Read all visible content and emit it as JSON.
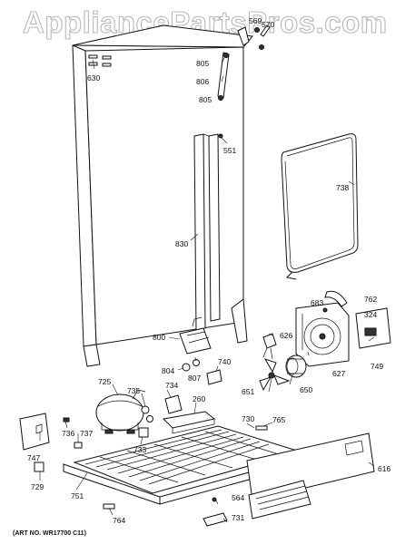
{
  "watermark": "AppliancePartsPros.com",
  "art_number": "(ART NO. WR17700 C11)",
  "callouts": {
    "p569": "569",
    "p570": "570",
    "p805a": "805",
    "p806": "806",
    "p805b": "805",
    "p630": "630",
    "p551": "551",
    "p738": "738",
    "p830": "830",
    "p683": "683",
    "p762": "762",
    "p324": "324",
    "p626": "626",
    "p800": "800",
    "p740": "740",
    "p804": "804",
    "p807": "807",
    "p627": "627",
    "p749": "749",
    "p651": "651",
    "p650": "650",
    "p725": "725",
    "p735": "735",
    "p734": "734",
    "p260": "260",
    "p736": "736",
    "p737": "737",
    "p733": "733",
    "p730": "730",
    "p765": "765",
    "p747": "747",
    "p616": "616",
    "p729": "729",
    "p751": "751",
    "p564": "564",
    "p764": "764",
    "p731": "731"
  }
}
